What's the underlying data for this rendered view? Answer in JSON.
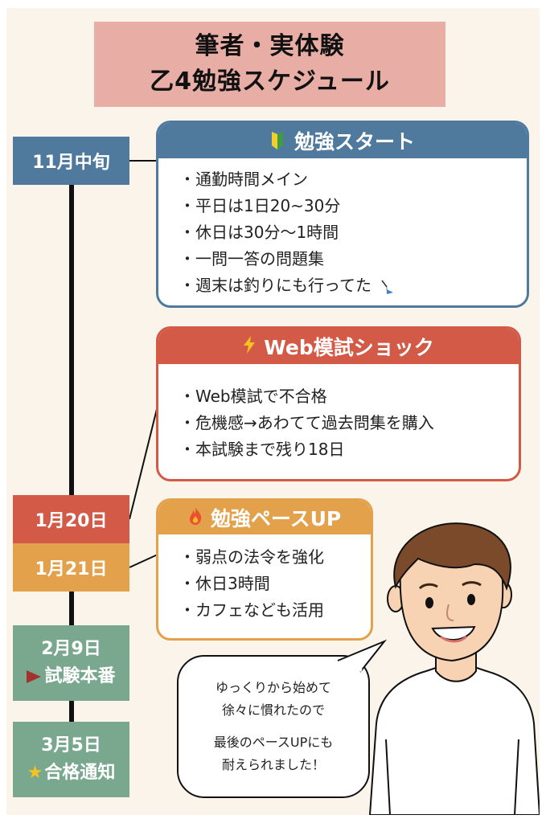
{
  "title": {
    "line1": "筆者・実体験",
    "line2": "乙4勉強スケジュール"
  },
  "timeline": [
    {
      "date": "11月中旬",
      "color": "#4f7a9e"
    },
    {
      "date": "1月20日",
      "color": "#d25a47"
    },
    {
      "date": "1月21日",
      "color": "#e3a14b"
    },
    {
      "date": "2月9日",
      "label": "試験本番",
      "color": "#79a88f",
      "icon": "red-pennant-icon"
    },
    {
      "date": "3月5日",
      "label": "合格通知",
      "color": "#79a88f",
      "icon": "star-icon"
    }
  ],
  "cards": [
    {
      "title": "勉強スタート",
      "icon": "beginner-leaf-icon",
      "color": "#4f7a9e",
      "items": [
        "・通勤時間メイン",
        "・平日は1日20~30分",
        "・休日は30分〜1時間",
        "・一問一答の問題集",
        "・週末は釣りにも行ってた"
      ],
      "trailing_icon": "fishing-icon"
    },
    {
      "title": "Web模試ショック",
      "icon": "lightning-icon",
      "color": "#d25a47",
      "items": [
        "・Web模試で不合格",
        "・危機感→あわてて過去問集を購入",
        "・本試験まで残り18日"
      ]
    },
    {
      "title": "勉強ペースUP",
      "icon": "fire-icon",
      "color": "#e3a14b",
      "items": [
        "・弱点の法令を強化",
        "・休日3時間",
        "・カフェなども活用"
      ]
    }
  ],
  "bubble": {
    "lines": [
      "ゆっくりから始めて",
      "徐々に慣れたので",
      "最後のペースUPにも",
      "耐えられました！"
    ]
  },
  "colors": {
    "background": "#faf4ea",
    "title_bg": "#e8aea6"
  }
}
